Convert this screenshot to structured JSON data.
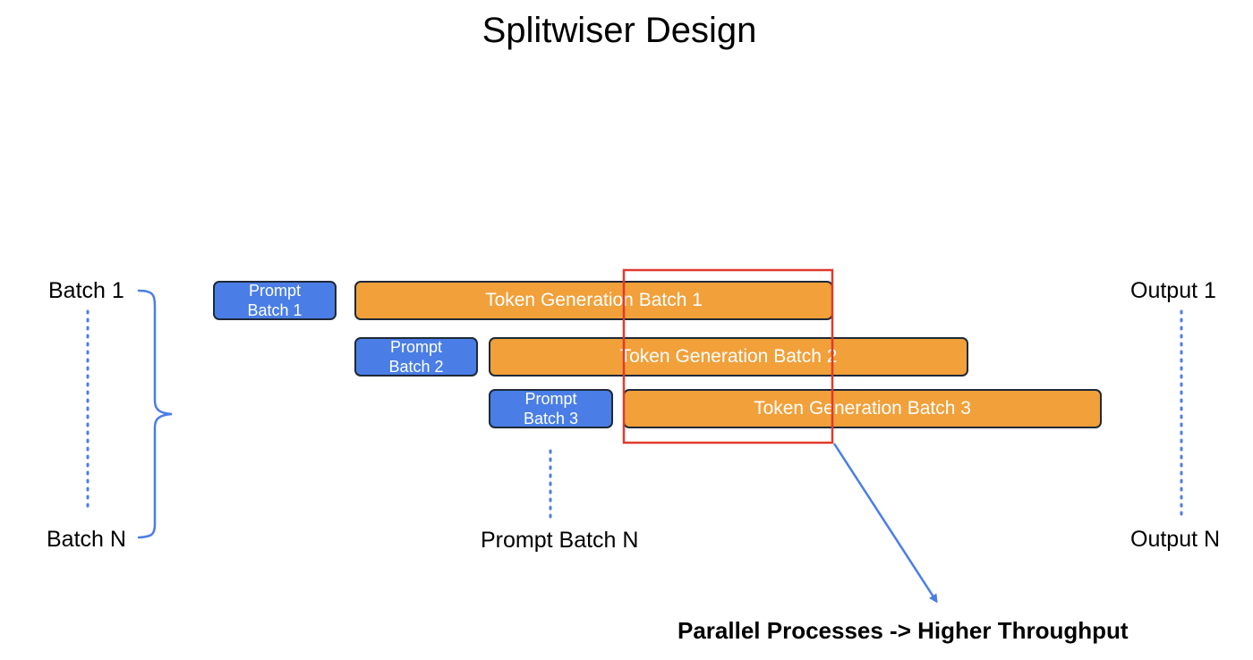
{
  "title": "Splitwiser Design",
  "left_labels": {
    "first": "Batch 1",
    "last": "Batch N"
  },
  "right_labels": {
    "first": "Output 1",
    "last": "Output N"
  },
  "prompt_batches": [
    {
      "line1": "Prompt",
      "line2": "Batch 1"
    },
    {
      "line1": "Prompt",
      "line2": "Batch 2"
    },
    {
      "line1": "Prompt",
      "line2": "Batch 3"
    }
  ],
  "prompt_batch_last": "Prompt Batch N",
  "token_batches": [
    "Token Generation Batch 1",
    "Token Generation Batch 2",
    "Token Generation Batch 3"
  ],
  "callout": "Parallel Processes -> Higher Throughput",
  "colors": {
    "prompt": "#4a7ee6",
    "token": "#f1a03a",
    "highlight": "#e03a2f",
    "connector": "#4a7ee6",
    "dotted": "#4a7ee6"
  }
}
